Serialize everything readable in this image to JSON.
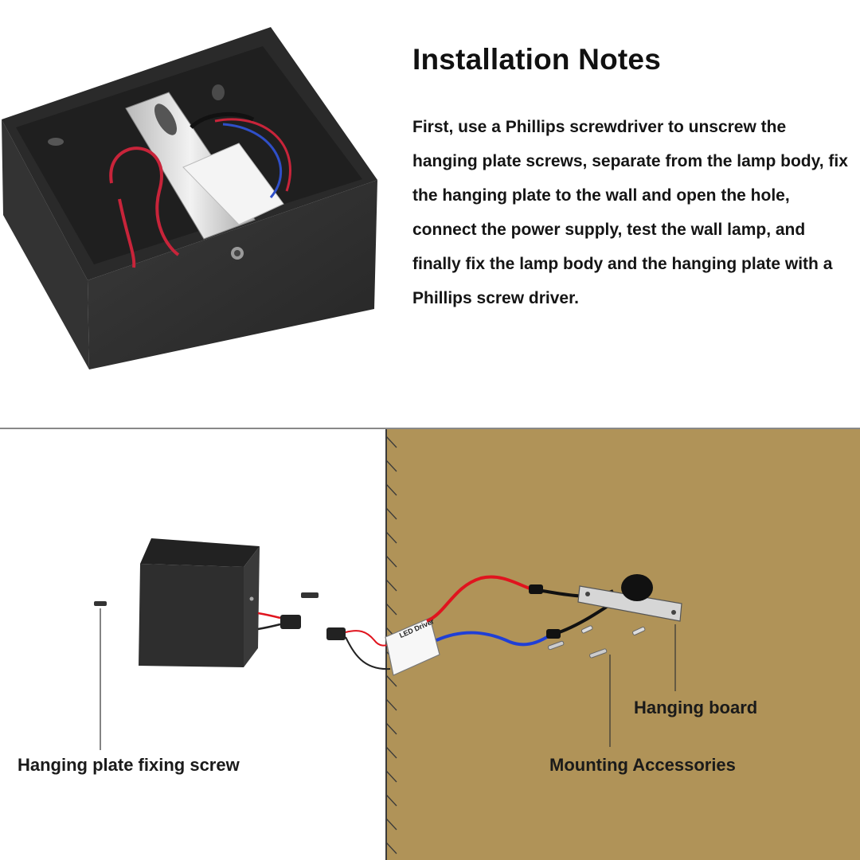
{
  "notes": {
    "title": "Installation Notes",
    "body": "First, use a Phillips screwdriver to unscrew the hanging plate screws, separate from the lamp body, fix the hanging plate to the wall and open the hole, connect the power supply, test the wall lamp, and finally fix the lamp body and the hanging plate with a Phillips screw driver."
  },
  "diagram": {
    "labels": {
      "fixing_screw": "Hanging plate fixing screw",
      "hanging_board": "Hanging board",
      "mounting_accessories": "Mounting Accessories",
      "led_driver": "LED Driver"
    },
    "colors": {
      "wall": "#b09358",
      "lamp_body": "#2e2e2e",
      "wire_red": "#e0141e",
      "wire_blue": "#1f3fd6"
    }
  }
}
